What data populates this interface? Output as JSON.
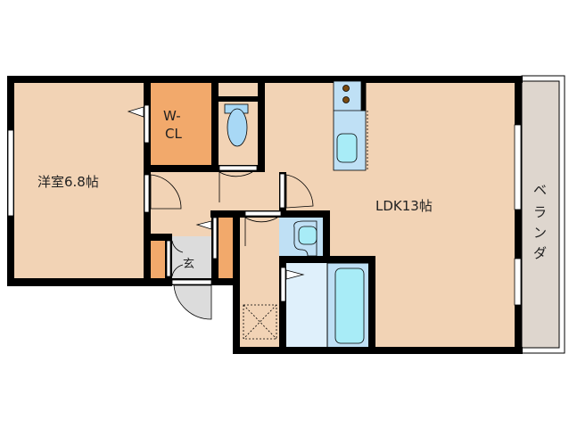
{
  "rooms": {
    "western": "洋室6.8帖",
    "closet_line1": "W-",
    "closet_line2": "CL",
    "ldk": "LDK13帖",
    "entrance": "玄",
    "balcony": [
      "ベ",
      "ラ",
      "ン",
      "ダ"
    ]
  },
  "colors": {
    "floor": "#f2d3b5",
    "storage": "#f2a96b",
    "wall": "#000000",
    "wet_area": "#bfe0f5",
    "fixture": "#a8ecf7",
    "entrance_floor": "#dcdcdc",
    "balcony": "#ded6ce"
  }
}
